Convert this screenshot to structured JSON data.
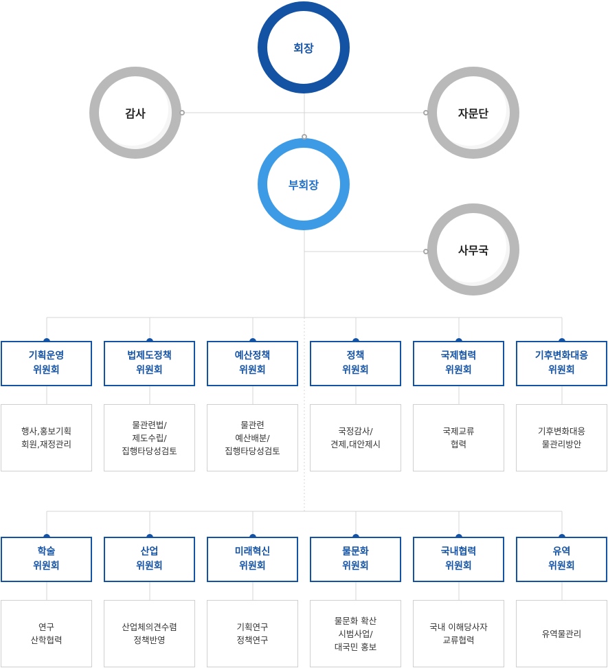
{
  "top": {
    "chairman": "회장",
    "auditor": "감사",
    "advisory": "자문단",
    "vice_chairman": "부회장",
    "secretariat": "사무국"
  },
  "committees_row1": [
    {
      "name": [
        "기획운영",
        "위원회"
      ],
      "desc": [
        "행사,홍보기획",
        "회원,재정관리"
      ]
    },
    {
      "name": [
        "법제도정책",
        "위원회"
      ],
      "desc": [
        "물관련법/",
        "제도수립/",
        "집행타당성검토"
      ]
    },
    {
      "name": [
        "예산정책",
        "위원회"
      ],
      "desc": [
        "물관련",
        "예산배분/",
        "집행타당성검토"
      ]
    },
    {
      "name": [
        "정책",
        "위원회"
      ],
      "desc": [
        "국정감사/",
        "견제,대안제시"
      ]
    },
    {
      "name": [
        "국제협력",
        "위원회"
      ],
      "desc": [
        "국제교류",
        "협력"
      ]
    },
    {
      "name": [
        "기후변화대응",
        "위원회"
      ],
      "desc": [
        "기후변화대응",
        "물관리방안"
      ]
    }
  ],
  "committees_row2": [
    {
      "name": [
        "학술",
        "위원회"
      ],
      "desc": [
        "연구",
        "산학협력"
      ]
    },
    {
      "name": [
        "산업",
        "위원회"
      ],
      "desc": [
        "산업체의견수렴",
        "정책반영"
      ]
    },
    {
      "name": [
        "미래혁신",
        "위원회"
      ],
      "desc": [
        "기획연구",
        "정책연구"
      ]
    },
    {
      "name": [
        "물문화",
        "위원회"
      ],
      "desc": [
        "물문화 확산",
        "시범사업/",
        "대국민 홍보"
      ]
    },
    {
      "name": [
        "국내협력",
        "위원회"
      ],
      "desc": [
        "국내 이해당사자",
        "교류협력"
      ]
    },
    {
      "name": [
        "유역",
        "위원회"
      ],
      "desc": [
        "유역물관리"
      ]
    }
  ],
  "colors": {
    "navy": "#1452a4",
    "light_blue": "#3d9be6",
    "gray_ring": "#b9b9b9",
    "line": "#cfcfcf"
  }
}
